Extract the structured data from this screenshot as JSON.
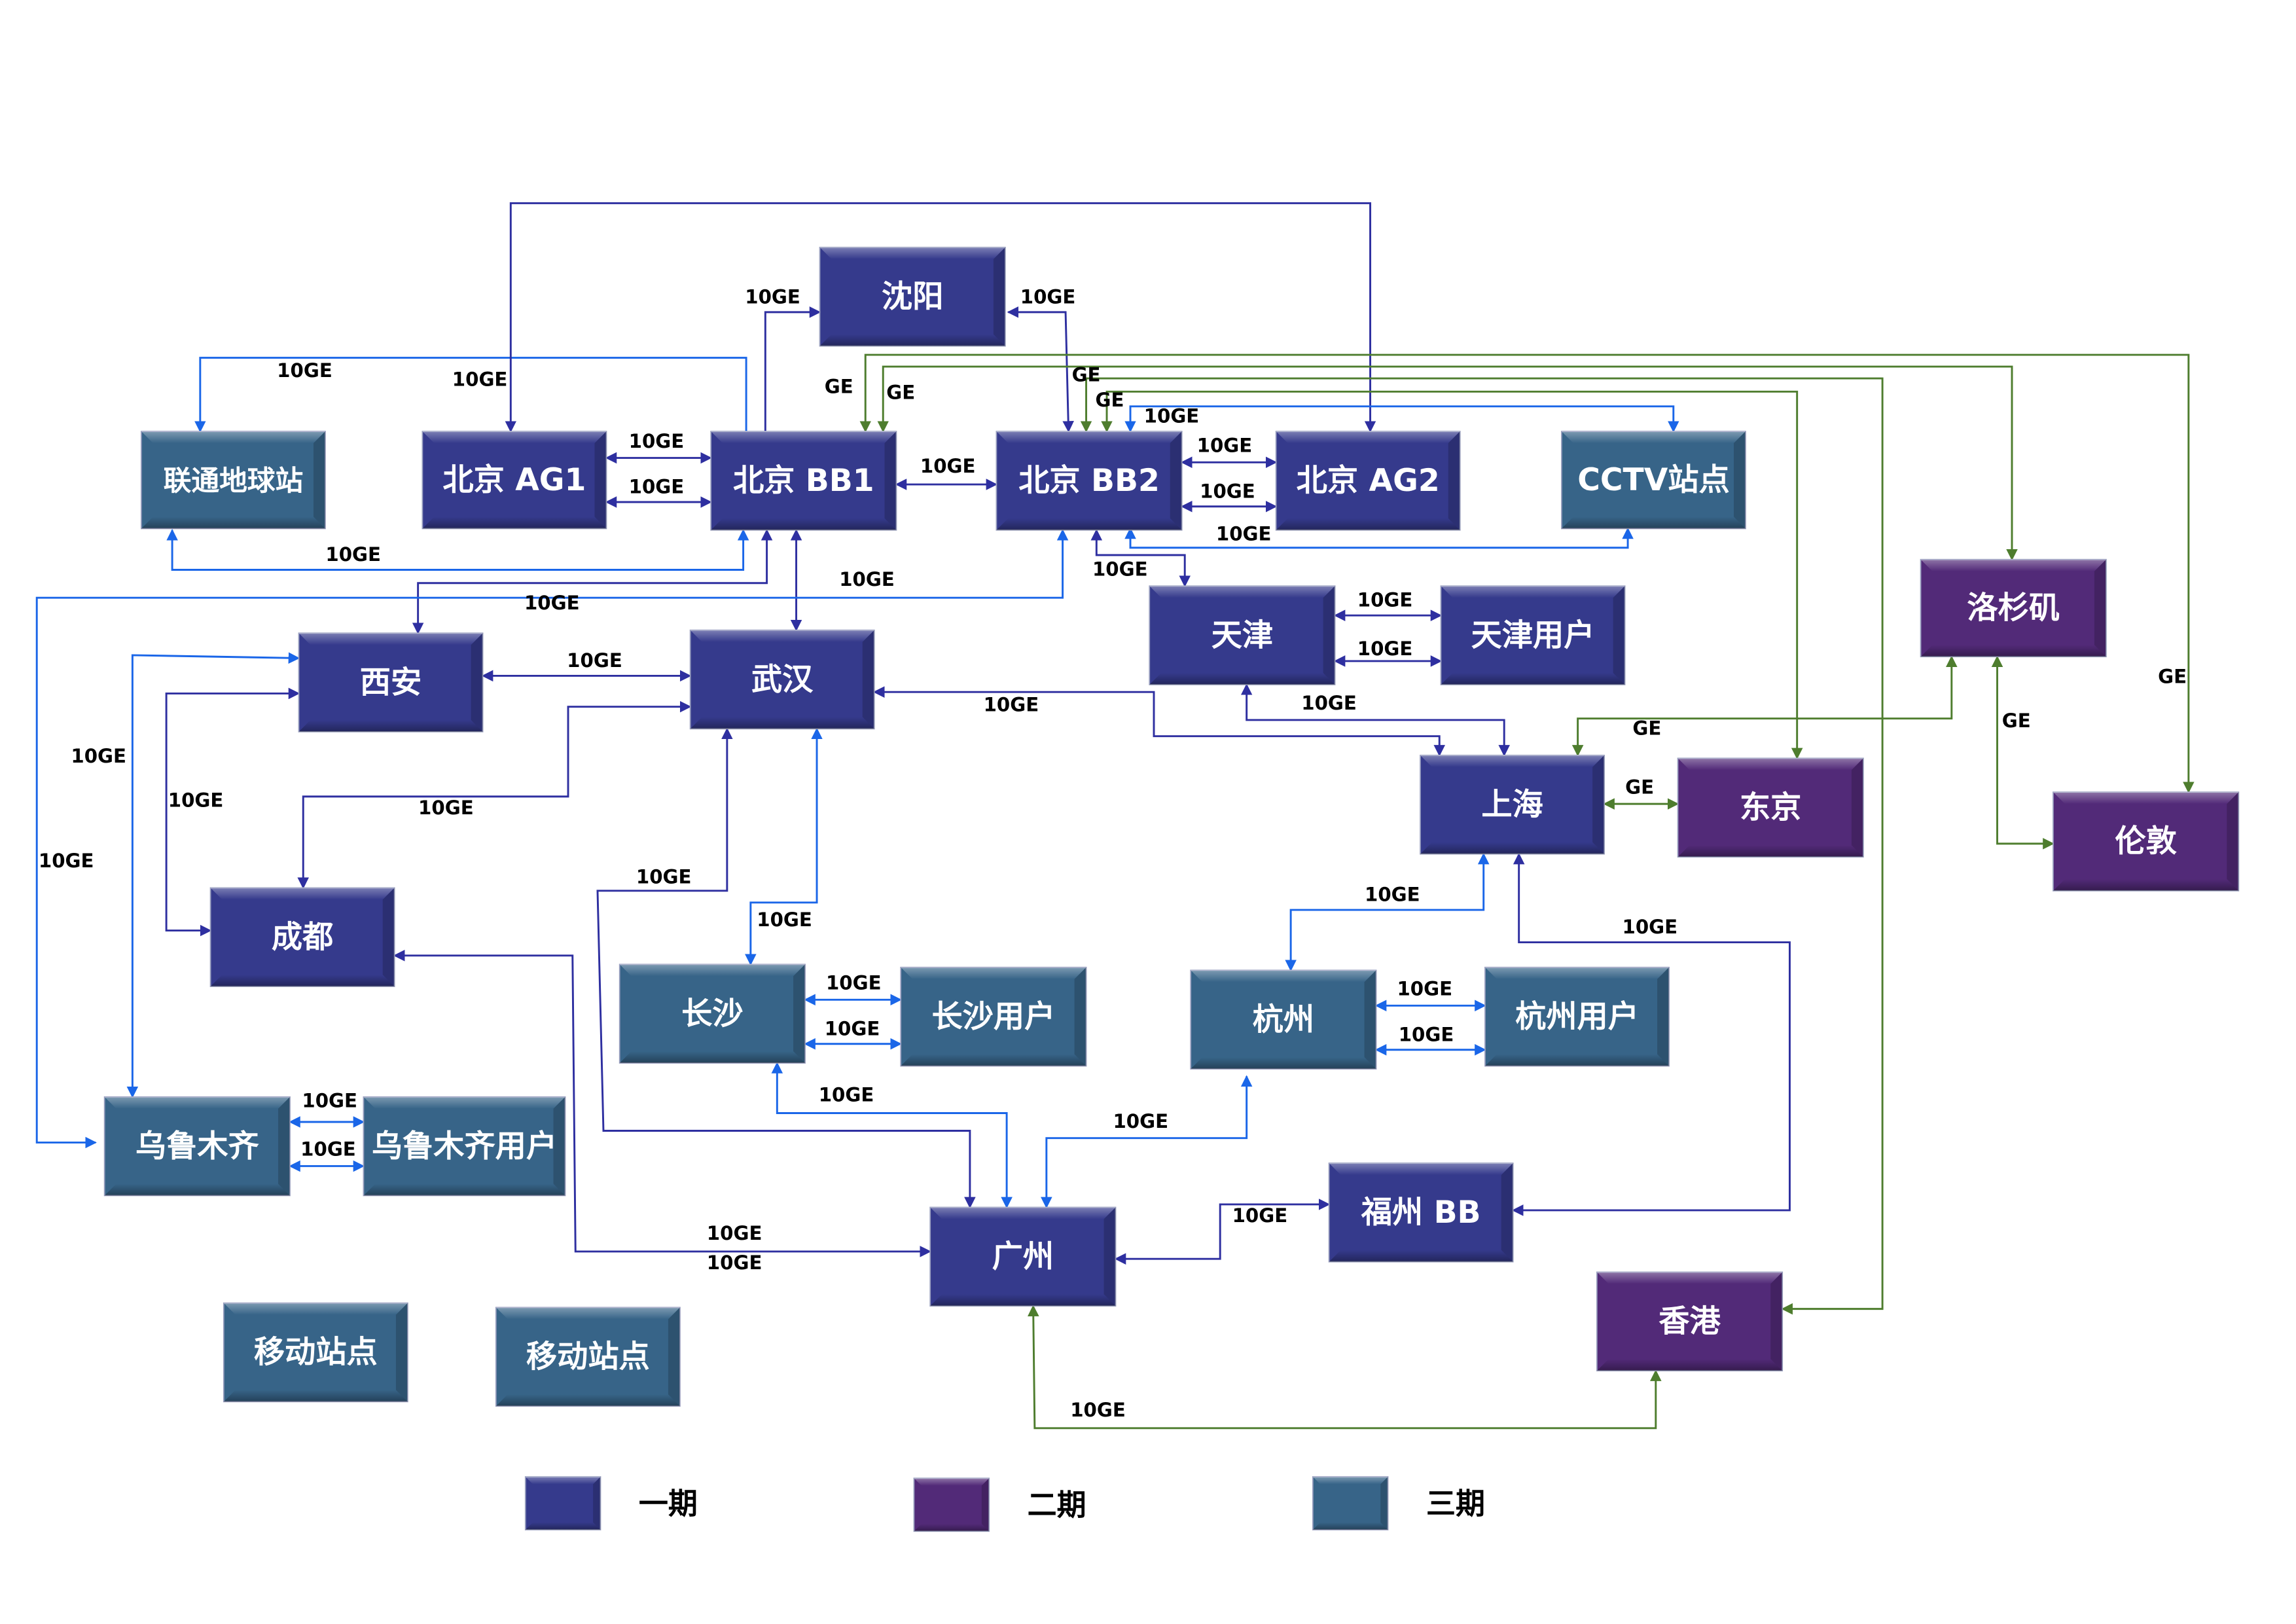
{
  "diagram_title": "",
  "colors": {
    "phase1": "#353a8c",
    "phase2": "#522a78",
    "phase3": "#376488",
    "link_phase1": "#2e2fa0",
    "link_phase3": "#1a66e8",
    "link_ge": "#4e7d2e"
  },
  "legend": [
    {
      "phase": "phase1",
      "label": "一期"
    },
    {
      "phase": "phase2",
      "label": "二期"
    },
    {
      "phase": "phase3",
      "label": "三期"
    }
  ],
  "nodes": [
    {
      "id": "shenyang",
      "label": "沈阳",
      "phase": "phase1"
    },
    {
      "id": "unicom",
      "label": "联通地球站",
      "phase": "phase3"
    },
    {
      "id": "bjag1",
      "label": "北京 AG1",
      "phase": "phase1"
    },
    {
      "id": "bjbb1",
      "label": "北京 BB1",
      "phase": "phase1"
    },
    {
      "id": "bjbb2",
      "label": "北京 BB2",
      "phase": "phase1"
    },
    {
      "id": "bjag2",
      "label": "北京 AG2",
      "phase": "phase1"
    },
    {
      "id": "cctv",
      "label": "CCTV站点",
      "phase": "phase3"
    },
    {
      "id": "la",
      "label": "洛杉矶",
      "phase": "phase2"
    },
    {
      "id": "tianjin",
      "label": "天津",
      "phase": "phase1"
    },
    {
      "id": "tjuser",
      "label": "天津用户",
      "phase": "phase1"
    },
    {
      "id": "xian",
      "label": "西安",
      "phase": "phase1"
    },
    {
      "id": "wuhan",
      "label": "武汉",
      "phase": "phase1"
    },
    {
      "id": "shanghai",
      "label": "上海",
      "phase": "phase1"
    },
    {
      "id": "tokyo",
      "label": "东京",
      "phase": "phase2"
    },
    {
      "id": "london",
      "label": "伦敦",
      "phase": "phase2"
    },
    {
      "id": "chengdu",
      "label": "成都",
      "phase": "phase1"
    },
    {
      "id": "changsha",
      "label": "长沙",
      "phase": "phase3"
    },
    {
      "id": "csuser",
      "label": "长沙用户",
      "phase": "phase3"
    },
    {
      "id": "hangzhou",
      "label": "杭州",
      "phase": "phase3"
    },
    {
      "id": "hzuser",
      "label": "杭州用户",
      "phase": "phase3"
    },
    {
      "id": "urumqi",
      "label": "乌鲁木齐",
      "phase": "phase3"
    },
    {
      "id": "urumqiuser",
      "label": "乌鲁木齐用户",
      "phase": "phase3"
    },
    {
      "id": "fuzhou",
      "label": "福州 BB",
      "phase": "phase1"
    },
    {
      "id": "guangzhou",
      "label": "广州",
      "phase": "phase1"
    },
    {
      "id": "hongkong",
      "label": "香港",
      "phase": "phase2"
    },
    {
      "id": "mobile1",
      "label": "移动站点",
      "phase": "phase3"
    },
    {
      "id": "mobile2",
      "label": "移动站点",
      "phase": "phase3"
    }
  ],
  "links": [
    {
      "from": "bjbb1",
      "to": "shenyang",
      "label": "10GE",
      "type": "link_phase1"
    },
    {
      "from": "shenyang",
      "to": "bjbb2",
      "label": "10GE",
      "type": "link_phase1"
    },
    {
      "from": "bjbb1",
      "to": "unicom",
      "label": "10GE",
      "type": "link_phase3"
    },
    {
      "from": "bjag2",
      "to": "bjag1",
      "label": "10GE",
      "type": "link_phase1"
    },
    {
      "from": "bjag1",
      "to": "bjbb1",
      "label": "10GE",
      "type": "link_phase1"
    },
    {
      "from": "bjag1",
      "to": "bjbb1",
      "label": "10GE",
      "type": "link_phase1"
    },
    {
      "from": "bjbb1",
      "to": "bjbb2",
      "label": "10GE",
      "type": "link_phase1"
    },
    {
      "from": "bjbb2",
      "to": "bjag2",
      "label": "10GE",
      "type": "link_phase1"
    },
    {
      "from": "bjbb2",
      "to": "bjag2",
      "label": "10GE",
      "type": "link_phase1"
    },
    {
      "from": "bjbb2",
      "to": "cctv",
      "label": "10GE",
      "type": "link_phase3"
    },
    {
      "from": "cctv",
      "to": "bjbb2",
      "label": "10GE",
      "type": "link_phase3"
    },
    {
      "from": "unicom",
      "to": "bjbb1",
      "label": "10GE",
      "type": "link_phase3"
    },
    {
      "from": "bjbb1",
      "to": "xian",
      "label": "10GE",
      "type": "link_phase1"
    },
    {
      "from": "bjbb1",
      "to": "wuhan",
      "label": "",
      "type": "link_phase1"
    },
    {
      "from": "urumqi",
      "to": "bjbb2",
      "label": "10GE",
      "type": "link_phase3"
    },
    {
      "from": "bjbb2",
      "to": "tianjin",
      "label": "10GE",
      "type": "link_phase1"
    },
    {
      "from": "tianjin",
      "to": "tjuser",
      "label": "10GE",
      "type": "link_phase1"
    },
    {
      "from": "tianjin",
      "to": "tjuser",
      "label": "10GE",
      "type": "link_phase1"
    },
    {
      "from": "xian",
      "to": "wuhan",
      "label": "10GE",
      "type": "link_phase1"
    },
    {
      "from": "chengdu",
      "to": "wuhan",
      "label": "10GE",
      "type": "link_phase1"
    },
    {
      "from": "shanghai",
      "to": "wuhan",
      "label": "10GE",
      "type": "link_phase1"
    },
    {
      "from": "shanghai",
      "to": "tianjin",
      "label": "10GE",
      "type": "link_phase1"
    },
    {
      "from": "shanghai",
      "to": "tokyo",
      "label": "GE",
      "type": "link_ge"
    },
    {
      "from": "shanghai",
      "to": "la",
      "label": "GE",
      "type": "link_ge"
    },
    {
      "from": "la",
      "to": "london",
      "label": "GE",
      "type": "link_ge"
    },
    {
      "from": "bjbb1",
      "to": "london",
      "label": "GE",
      "type": "link_ge"
    },
    {
      "from": "bjbb1",
      "to": "la",
      "label": "GE",
      "type": "link_ge"
    },
    {
      "from": "bjbb2",
      "to": "hongkong",
      "label": "GE",
      "type": "link_ge"
    },
    {
      "from": "bjbb2",
      "to": "tokyo",
      "label": "GE",
      "type": "link_ge"
    },
    {
      "from": "urumqi",
      "to": "xian",
      "label": "10GE",
      "type": "link_phase3"
    },
    {
      "from": "chengdu",
      "to": "xian",
      "label": "10GE",
      "type": "link_phase1"
    },
    {
      "from": "changsha",
      "to": "wuhan",
      "label": "10GE",
      "type": "link_phase3"
    },
    {
      "from": "changsha",
      "to": "csuser",
      "label": "10GE",
      "type": "link_phase3"
    },
    {
      "from": "changsha",
      "to": "csuser",
      "label": "10GE",
      "type": "link_phase3"
    },
    {
      "from": "hangzhou",
      "to": "shanghai",
      "label": "10GE",
      "type": "link_phase3"
    },
    {
      "from": "hangzhou",
      "to": "hzuser",
      "label": "10GE",
      "type": "link_phase3"
    },
    {
      "from": "hangzhou",
      "to": "hzuser",
      "label": "10GE",
      "type": "link_phase3"
    },
    {
      "from": "fuzhou",
      "to": "shanghai",
      "label": "10GE",
      "type": "link_phase1"
    },
    {
      "from": "urumqi",
      "to": "urumqiuser",
      "label": "10GE",
      "type": "link_phase3"
    },
    {
      "from": "urumqi",
      "to": "urumqiuser",
      "label": "10GE",
      "type": "link_phase3"
    },
    {
      "from": "wuhan",
      "to": "guangzhou",
      "label": "10GE",
      "type": "link_phase1"
    },
    {
      "from": "changsha",
      "to": "guangzhou",
      "label": "10GE",
      "type": "link_phase3"
    },
    {
      "from": "hangzhou",
      "to": "guangzhou",
      "label": "10GE",
      "type": "link_phase3"
    },
    {
      "from": "chengdu",
      "to": "guangzhou",
      "label": "10GE",
      "type": "link_phase1"
    },
    {
      "from": "guangzhou",
      "to": "fuzhou",
      "label": "10GE",
      "type": "link_phase1"
    },
    {
      "from": "guangzhou",
      "to": "hongkong",
      "label": "10GE",
      "type": "link_ge"
    }
  ],
  "extra_labels": [
    "10GE",
    "GE",
    "GE",
    "10GE"
  ]
}
